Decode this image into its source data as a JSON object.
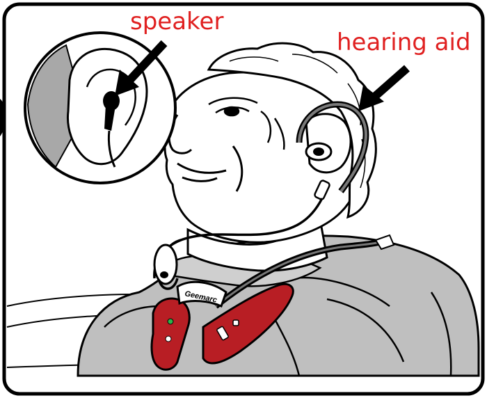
{
  "labels": {
    "speaker": "speaker",
    "hearing_aid": "hearing aid"
  },
  "colors": {
    "label_red": "#e02020",
    "outline": "#000000",
    "skin": "#ffffff",
    "shadow_gray": "#a8a8a8",
    "jacket_gray": "#bdbdbd",
    "device_red": "#b81e24",
    "device_green": "#2db34a"
  },
  "device": {
    "brand_text": "Geemarc"
  }
}
